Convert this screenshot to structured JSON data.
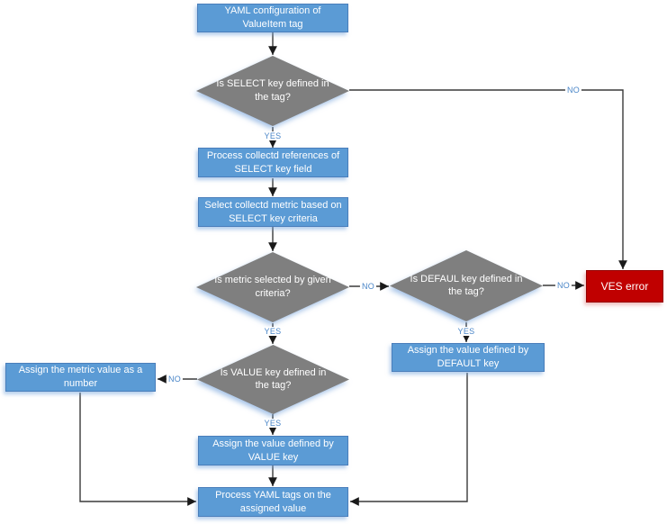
{
  "colors": {
    "process_fill": "#5B9BD5",
    "process_border": "#4A7EBB",
    "decision_fill": "#7F7F7F",
    "error_fill": "#C00000",
    "error_border": "#950000",
    "connector": "#3A3A3A",
    "edge_label_text": "#4A86C8",
    "node_text": "#FFFFFF"
  },
  "labels": {
    "yes": "YES",
    "no": "NO"
  },
  "nodes": {
    "start": {
      "type": "process",
      "label": "YAML configuration of ValueItem tag"
    },
    "d_select": {
      "type": "decision",
      "label": "Is SELECT key defined in the tag?"
    },
    "p_refs": {
      "type": "process",
      "label": "Process collectd references of SELECT key field"
    },
    "p_select": {
      "type": "process",
      "label": "Select collectd metric based on SELECT key criteria"
    },
    "d_metric": {
      "type": "decision",
      "label": "Is metric selected by given criteria?"
    },
    "d_default": {
      "type": "decision",
      "label": "Is DEFAUL key defined in the tag?"
    },
    "ves_error": {
      "type": "error",
      "label": "VES error"
    },
    "p_default": {
      "type": "process",
      "label": "Assign the value defined by DEFAULT key"
    },
    "d_value": {
      "type": "decision",
      "label": "Is VALUE key defined in the tag?"
    },
    "p_number": {
      "type": "process",
      "label": "Assign the metric value as a number"
    },
    "p_value": {
      "type": "process",
      "label": "Assign the value defined by VALUE key"
    },
    "p_yaml": {
      "type": "process",
      "label": "Process YAML tags on the assigned value"
    }
  }
}
